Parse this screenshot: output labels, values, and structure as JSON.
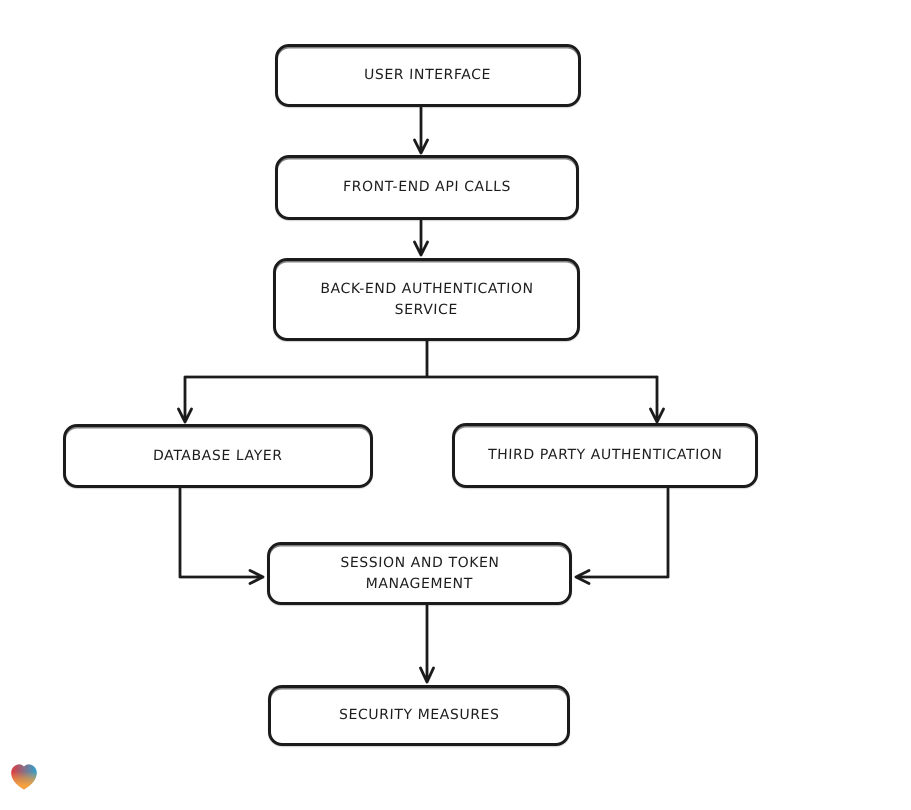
{
  "page": {
    "background_color": "#ffffff",
    "stroke_color": "#1b1b1b",
    "node_fill_color": "#ffffff"
  },
  "diagram": {
    "type": "flowchart",
    "nodes": [
      {
        "id": "user-interface",
        "label": "USER INTERFACE"
      },
      {
        "id": "front-end-api-calls",
        "label": "FRONT-END API CALLS"
      },
      {
        "id": "back-end-authentication-service",
        "label": "BACK-END AUTHENTICATION\nSERVICE"
      },
      {
        "id": "database-layer",
        "label": "DATABASE LAYER"
      },
      {
        "id": "third-party-authentication",
        "label": "THIRD PARTY AUTHENTICATION"
      },
      {
        "id": "session-and-token-management",
        "label": "SESSION AND TOKEN\nMANAGEMENT"
      },
      {
        "id": "security-measures",
        "label": "SECURITY MEASURES"
      }
    ],
    "edges": [
      {
        "from": "user-interface",
        "to": "front-end-api-calls"
      },
      {
        "from": "front-end-api-calls",
        "to": "back-end-authentication-service"
      },
      {
        "from": "back-end-authentication-service",
        "to": "database-layer"
      },
      {
        "from": "back-end-authentication-service",
        "to": "third-party-authentication"
      },
      {
        "from": "database-layer",
        "to": "session-and-token-management"
      },
      {
        "from": "third-party-authentication",
        "to": "session-and-token-management"
      },
      {
        "from": "session-and-token-management",
        "to": "security-measures"
      }
    ]
  },
  "branding": {
    "logo": "gradient-heart",
    "colors": {
      "red": "#e03a40",
      "blue": "#2ea3cd",
      "orange": "#f7a23c"
    }
  }
}
